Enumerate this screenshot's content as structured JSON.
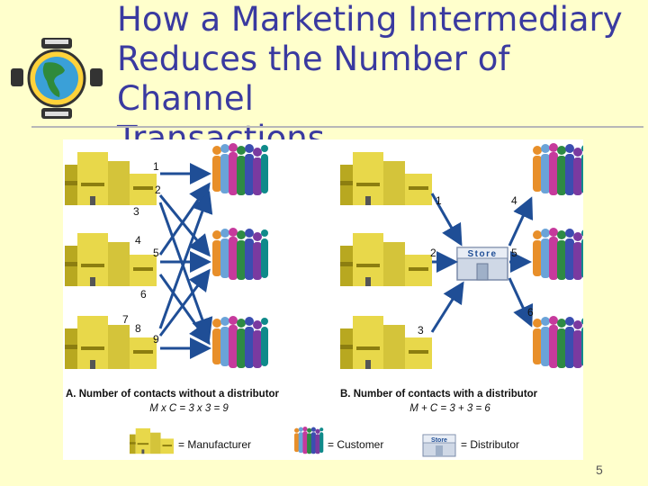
{
  "slide": {
    "title_lines": [
      "How a Marketing Intermediary",
      "Reduces the Number of Channel",
      "Transactions"
    ],
    "page_number": "5"
  },
  "diagram": {
    "panel_a": {
      "caption": "A. Number of contacts without a distributor",
      "formula": "M x C = 3 x 3 = 9",
      "numbers": [
        "1",
        "2",
        "3",
        "4",
        "5",
        "6",
        "7",
        "8",
        "9"
      ]
    },
    "panel_b": {
      "caption": "B. Number of contacts with a distributor",
      "formula": "M + C = 3 + 3 = 6",
      "store_label": "Store",
      "numbers": [
        "1",
        "2",
        "3",
        "4",
        "5",
        "6"
      ]
    },
    "legend": {
      "manufacturer": "= Manufacturer",
      "customer": "= Customer",
      "distributor": "= Distributor",
      "store_label": "Store"
    },
    "colors": {
      "arrow": "#1f4e96",
      "building": "#e8d84a",
      "building_dark": "#b8a820",
      "store": "#cfd8e6"
    }
  }
}
